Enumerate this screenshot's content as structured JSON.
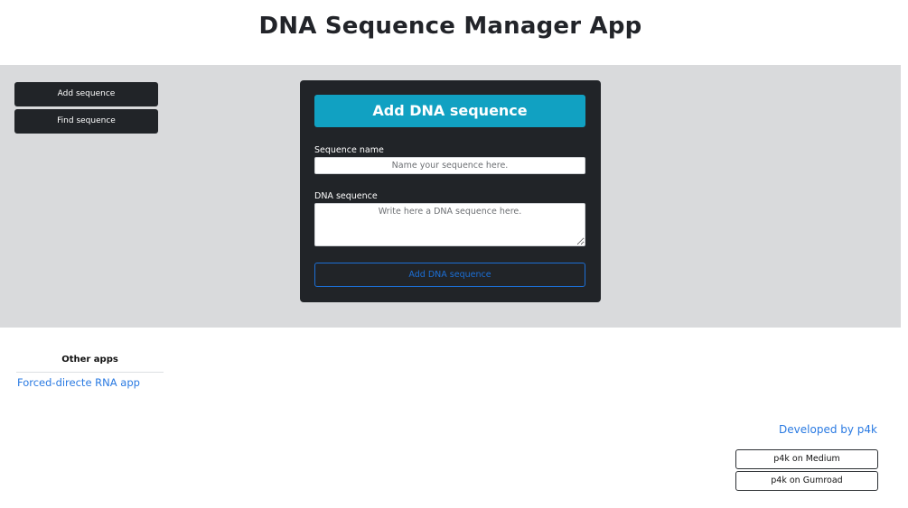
{
  "header": {
    "title": "DNA Sequence Manager App"
  },
  "sidebar": {
    "items": [
      {
        "label": "Add sequence"
      },
      {
        "label": "Find sequence"
      }
    ]
  },
  "form": {
    "heading": "Add DNA sequence",
    "name_label": "Sequence name",
    "name_placeholder": "Name your sequence here.",
    "name_value": "",
    "sequence_label": "DNA sequence",
    "sequence_placeholder": "Write here a DNA sequence here.",
    "sequence_value": "",
    "submit_label": "Add DNA sequence"
  },
  "other_apps": {
    "title": "Other apps",
    "links": [
      {
        "label": "Forced-directe RNA app"
      }
    ]
  },
  "footer": {
    "credit": "Developed by p4k",
    "buttons": [
      {
        "label": "p4k on Medium"
      },
      {
        "label": "p4k on Gumroad"
      }
    ]
  },
  "colors": {
    "band_background": "#d9dadc",
    "dark": "#212428",
    "header_accent": "#11a1c2",
    "link_blue": "#2a7ae2",
    "outline_blue": "#1c6fd6"
  }
}
